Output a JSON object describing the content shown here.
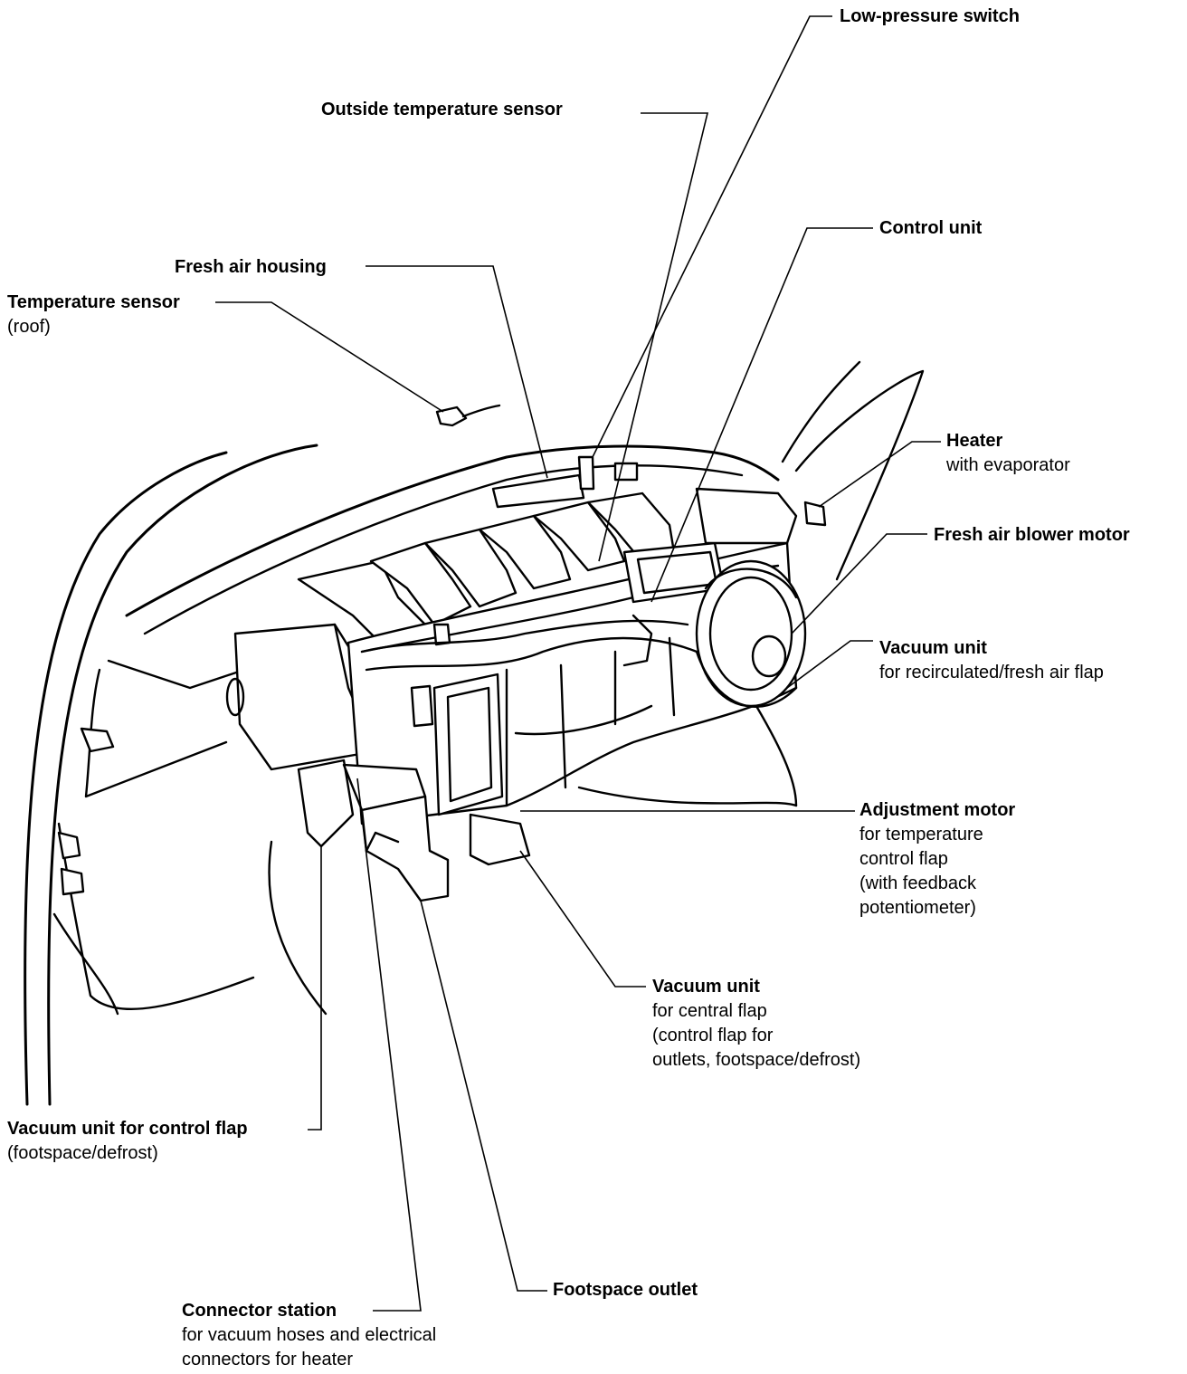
{
  "labels": {
    "low_pressure_switch": {
      "title": "Low-pressure switch"
    },
    "outside_temperature_sensor": {
      "title": "Outside temperature sensor"
    },
    "control_unit": {
      "title": "Control unit"
    },
    "fresh_air_housing": {
      "title": "Fresh air housing"
    },
    "temperature_sensor_roof": {
      "title": "Temperature sensor",
      "sub": [
        "(roof)"
      ]
    },
    "heater": {
      "title": "Heater",
      "sub": [
        "with evaporator"
      ]
    },
    "fresh_air_blower_motor": {
      "title": "Fresh air blower motor"
    },
    "vacuum_unit_recirc": {
      "title": "Vacuum unit",
      "sub": [
        "for recirculated/fresh air flap"
      ]
    },
    "adjustment_motor": {
      "title": "Adjustment motor",
      "sub": [
        "for temperature",
        "control flap",
        "(with feedback",
        "potentiometer)"
      ]
    },
    "vacuum_unit_central": {
      "title": "Vacuum unit",
      "sub": [
        "for central flap",
        "(control flap for",
        "outlets, footspace/defrost)"
      ]
    },
    "vacuum_unit_control_flap": {
      "title": "Vacuum unit for control flap",
      "sub": [
        "(footspace/defrost)"
      ]
    },
    "footspace_outlet": {
      "title": "Footspace outlet"
    },
    "connector_station": {
      "title": "Connector station",
      "sub": [
        "for vacuum hoses and electrical",
        "connectors for heater"
      ]
    }
  }
}
